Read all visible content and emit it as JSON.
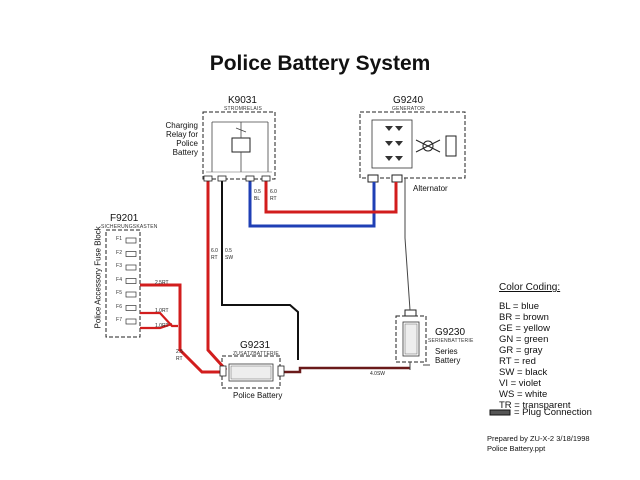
{
  "title": "Police Battery System",
  "components": {
    "relay": {
      "code": "K9031",
      "sub": "STROMRELAIS",
      "desc": [
        "Charging",
        "Relay for",
        "Police",
        "Battery"
      ]
    },
    "generator": {
      "code": "G9240",
      "sub": "GENERATOR",
      "label": "Alternator"
    },
    "fuse_block": {
      "code": "F9201",
      "sub": "SICHERUNGSKASTEN",
      "side_label": "Police Accessory Fuse Block",
      "fuses": [
        "F1",
        "F2",
        "F3",
        "F4",
        "F5",
        "F6",
        "F7"
      ]
    },
    "police_battery": {
      "code": "G9231",
      "sub": "ZUSATZBATTERIE",
      "label": "Police Battery"
    },
    "series_battery": {
      "code": "G9230",
      "sub": "SERIENBATTERIE",
      "label": [
        "Series",
        "Battery"
      ]
    }
  },
  "wire_labels": {
    "w1": "0.5",
    "w1b": "BL",
    "w2": "6.0",
    "w2b": "RT",
    "w3": "6.0",
    "w3b": "RT",
    "w4": "0.5",
    "w4b": "SW",
    "w5": "2.5RT",
    "w6": "1.0RT",
    "w7": "1.0RT",
    "w8": "2.5",
    "w8b": "RT",
    "w9": "4.0SW"
  },
  "color_coding": {
    "heading": "Color Coding:",
    "items": [
      "BL = blue",
      "BR = brown",
      "GE = yellow",
      "GN = green",
      "GR = gray",
      "RT = red",
      "SW = black",
      "VI  = violet",
      "WS = white",
      "TR = transparent"
    ]
  },
  "plug_legend": "= Plug Connection",
  "footer": {
    "prepared": "Prepared by ZU-X-2    3/18/1998",
    "file": "Police Battery.ppt"
  },
  "colors": {
    "red_wire": "#d21d1d",
    "blue_wire": "#1f3fb5",
    "black_wire": "#111111",
    "thin_wire": "#444444"
  }
}
